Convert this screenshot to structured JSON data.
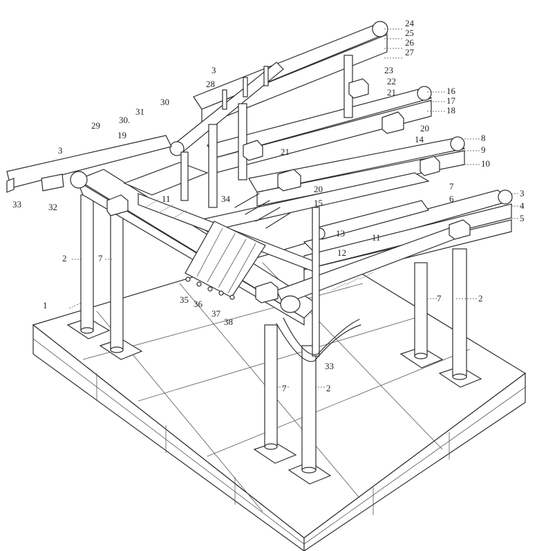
{
  "callouts": [
    {
      "id": "c24a",
      "text": "24"
    },
    {
      "id": "c25",
      "text": "25"
    },
    {
      "id": "c26",
      "text": "26"
    },
    {
      "id": "c27",
      "text": "27"
    },
    {
      "id": "c3a",
      "text": "3"
    },
    {
      "id": "c23",
      "text": "23"
    },
    {
      "id": "c28",
      "text": "28"
    },
    {
      "id": "c22",
      "text": "22"
    },
    {
      "id": "c21a",
      "text": "21"
    },
    {
      "id": "c16",
      "text": "16"
    },
    {
      "id": "c17",
      "text": "17"
    },
    {
      "id": "c18",
      "text": "18"
    },
    {
      "id": "c30a",
      "text": "30"
    },
    {
      "id": "c31",
      "text": "31"
    },
    {
      "id": "c30b",
      "text": "30."
    },
    {
      "id": "c29",
      "text": "29"
    },
    {
      "id": "c19",
      "text": "19"
    },
    {
      "id": "c20a",
      "text": "20"
    },
    {
      "id": "c14",
      "text": "14"
    },
    {
      "id": "c8",
      "text": "8"
    },
    {
      "id": "c9",
      "text": "9"
    },
    {
      "id": "c10",
      "text": "10"
    },
    {
      "id": "c21b",
      "text": "21"
    },
    {
      "id": "c3b",
      "text": "3"
    },
    {
      "id": "c20b",
      "text": "20"
    },
    {
      "id": "c7a",
      "text": "7"
    },
    {
      "id": "c15",
      "text": "15"
    },
    {
      "id": "c6",
      "text": "6"
    },
    {
      "id": "c3c",
      "text": "3"
    },
    {
      "id": "c4",
      "text": "4"
    },
    {
      "id": "c5",
      "text": "5"
    },
    {
      "id": "c11a",
      "text": "11"
    },
    {
      "id": "c34",
      "text": "34"
    },
    {
      "id": "c33a",
      "text": "33"
    },
    {
      "id": "c32",
      "text": "32"
    },
    {
      "id": "c13",
      "text": "13"
    },
    {
      "id": "c11b",
      "text": "11"
    },
    {
      "id": "c12",
      "text": "12"
    },
    {
      "id": "c2a",
      "text": "2"
    },
    {
      "id": "c7b",
      "text": "7"
    },
    {
      "id": "c1",
      "text": "1"
    },
    {
      "id": "c35",
      "text": "35"
    },
    {
      "id": "c36",
      "text": "36"
    },
    {
      "id": "c37",
      "text": "37"
    },
    {
      "id": "c38",
      "text": "38"
    },
    {
      "id": "c7c",
      "text": "7"
    },
    {
      "id": "c2b",
      "text": "2"
    },
    {
      "id": "c33b",
      "text": "33"
    },
    {
      "id": "c7d",
      "text": "7"
    },
    {
      "id": "c2c",
      "text": "2"
    }
  ]
}
